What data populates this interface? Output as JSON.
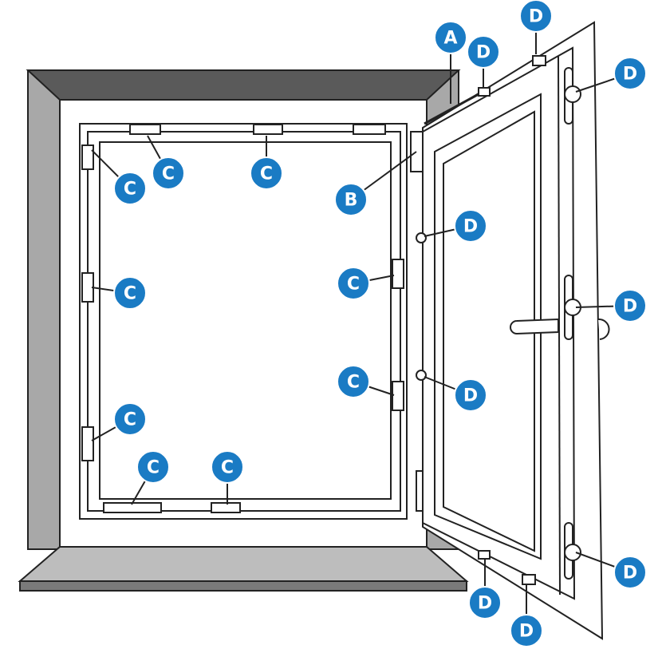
{
  "colors": {
    "callout": "#1a7bc4",
    "frame_dark": "#5a5a5a",
    "frame_light": "#a8a8a8",
    "line": "#222222"
  },
  "callouts": [
    {
      "letter": "A"
    },
    {
      "letter": "D"
    },
    {
      "letter": "D"
    },
    {
      "letter": "D"
    },
    {
      "letter": "C"
    },
    {
      "letter": "C"
    },
    {
      "letter": "C"
    },
    {
      "letter": "B"
    },
    {
      "letter": "D"
    },
    {
      "letter": "C"
    },
    {
      "letter": "C"
    },
    {
      "letter": "D"
    },
    {
      "letter": "C"
    },
    {
      "letter": "D"
    },
    {
      "letter": "C"
    },
    {
      "letter": "C"
    },
    {
      "letter": "C"
    },
    {
      "letter": "D"
    },
    {
      "letter": "D"
    },
    {
      "letter": "D"
    }
  ]
}
